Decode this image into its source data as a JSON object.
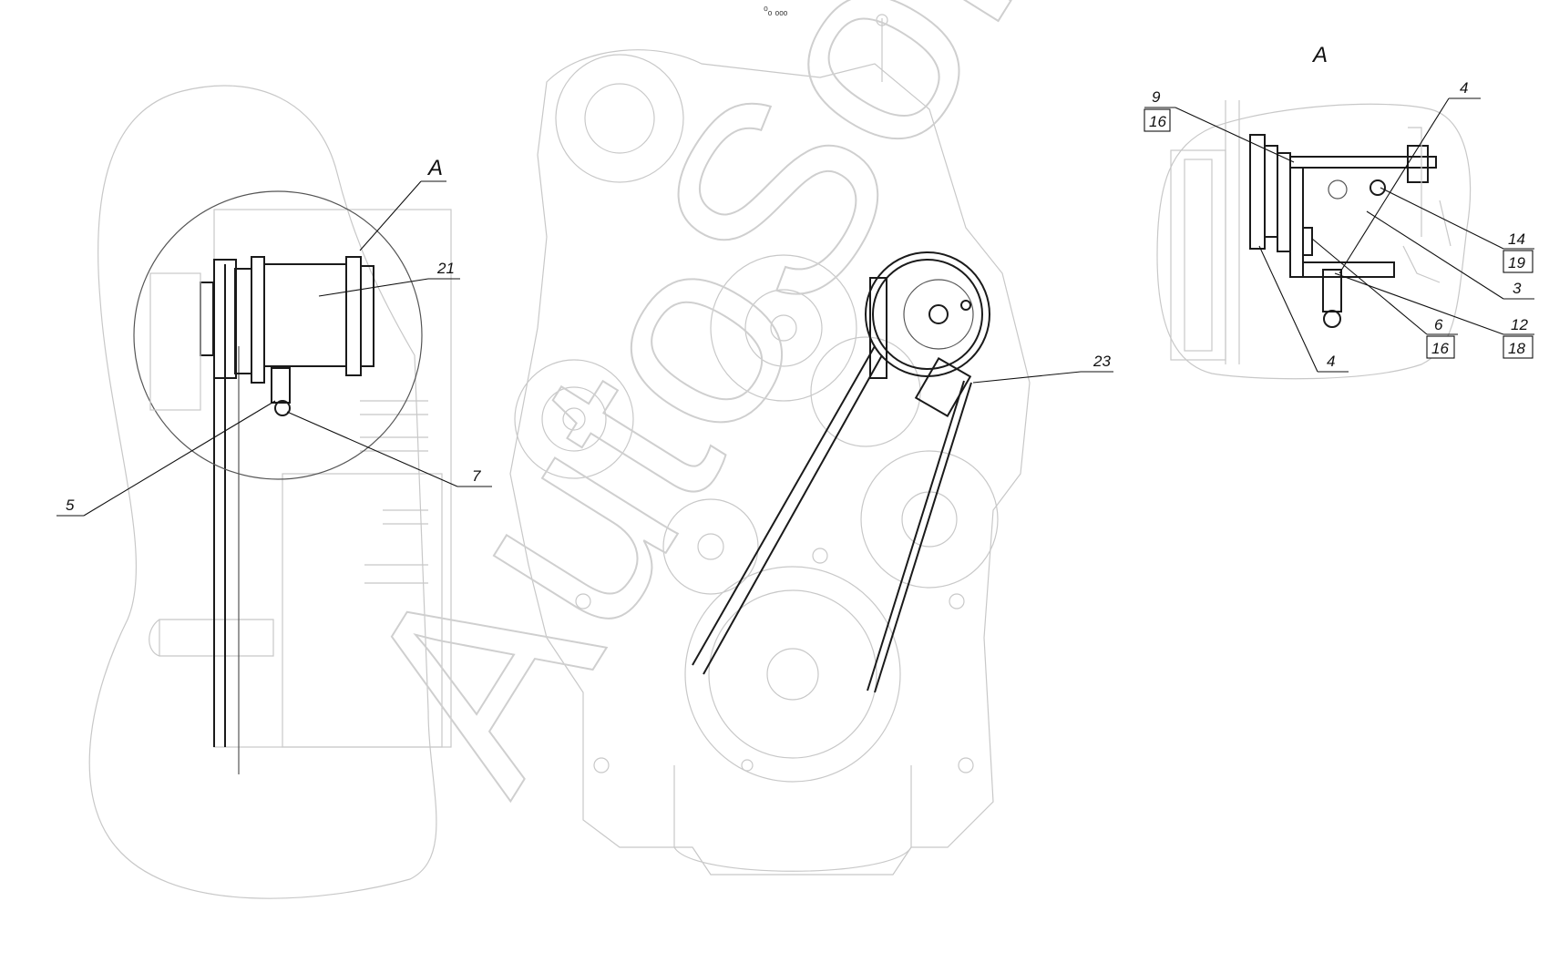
{
  "top_mark": "⁰ₒ ₒₒₒ",
  "watermark": "AutoSoft",
  "view_label_main": "A",
  "view_label_detail": "A",
  "callouts_main": {
    "c21": "21",
    "c5": "5",
    "c7": "7",
    "c23": "23"
  },
  "callouts_detail": {
    "c9": "9",
    "c16a": "16",
    "c4a": "4",
    "c14": "14",
    "c19": "19",
    "c3": "3",
    "c12": "12",
    "c18": "18",
    "c6": "6",
    "c16b": "16",
    "c4b": "4"
  },
  "colors": {
    "line_light": "#c8c8c8",
    "line_dark": "#1a1a1a",
    "watermark": "#cfcfcf"
  }
}
